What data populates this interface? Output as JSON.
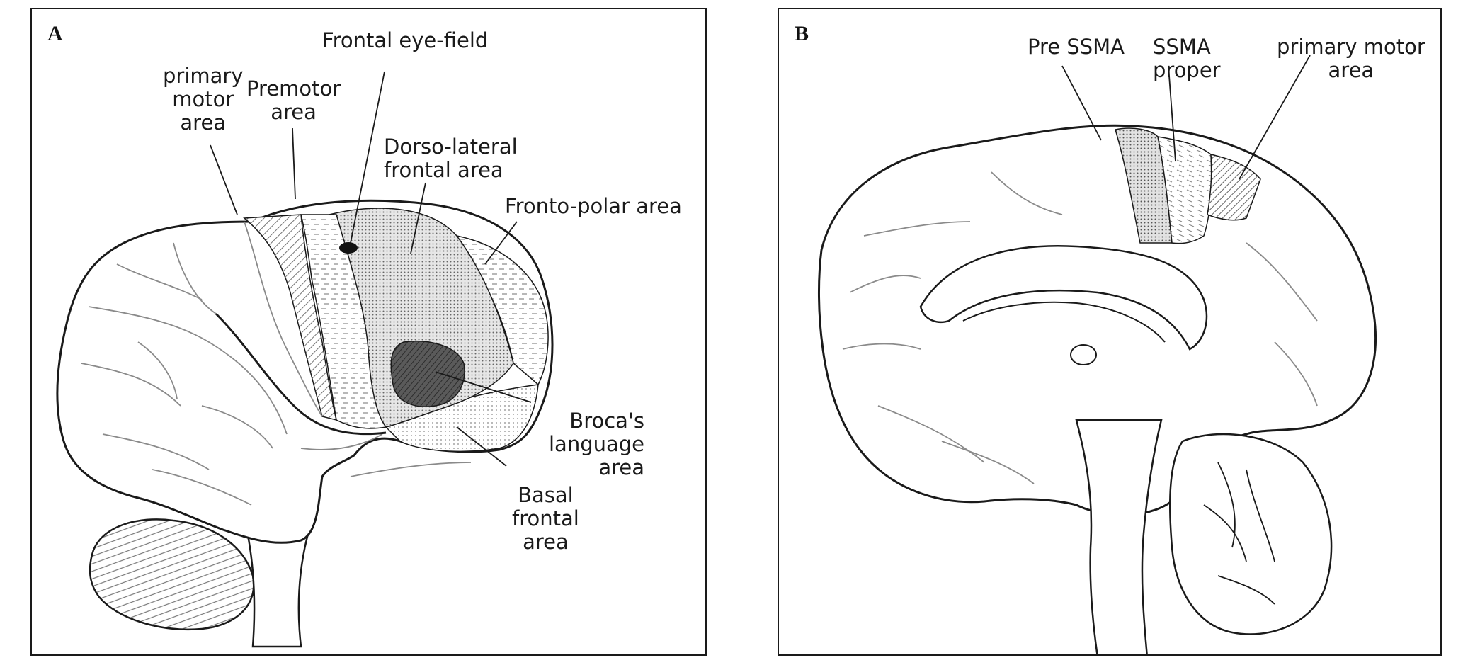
{
  "panel_a": {
    "letter": "A",
    "labels": {
      "frontal_eye_field": "Frontal eye-field",
      "primary_motor_area": "primary\nmotor\narea",
      "premotor_area": "Premotor\narea",
      "dorso_lateral": "Dorso-lateral\nfrontal area",
      "fronto_polar": "Fronto-polar area",
      "broca": "Broca's\nlanguage\narea",
      "basal_frontal": "Basal\nfrontal\narea"
    }
  },
  "panel_b": {
    "letter": "B",
    "labels": {
      "pre_ssma": "Pre SSMA",
      "ssma_proper": "SSMA\n     proper",
      "primary_motor_area": "primary motor\narea"
    }
  },
  "colors": {
    "outline": "#1a1a1a",
    "sulcus": "#8a8a8a",
    "stipple": "#b8b8b8",
    "broca_fill": "#5a5a5a"
  }
}
